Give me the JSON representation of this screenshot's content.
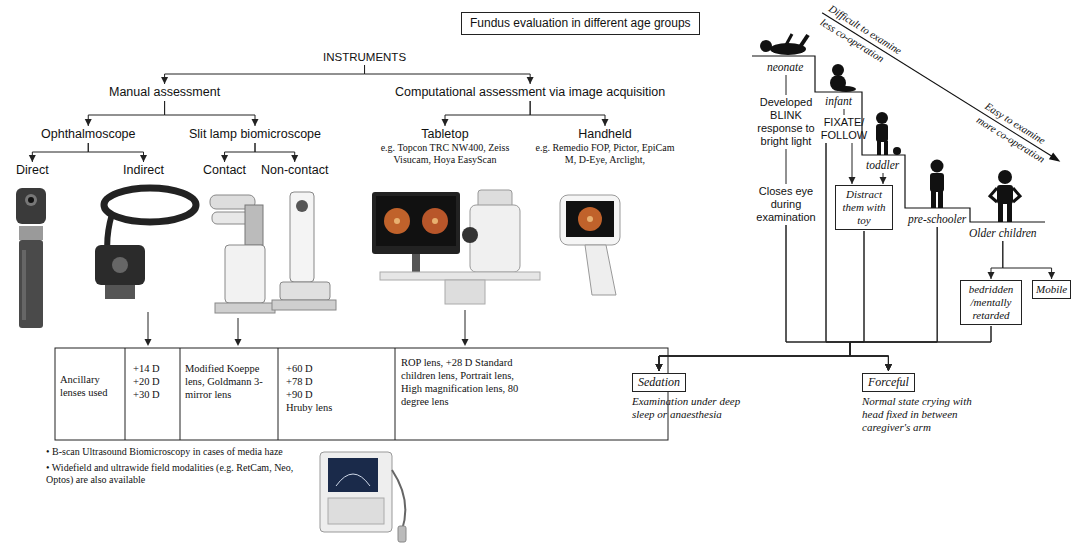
{
  "diagram": {
    "title": "Fundus evaluation in different age groups",
    "nodes": [
      {
        "text": [
          "INSTRUMENTS"
        ]
      },
      {
        "text": [
          "Manual assessment"
        ]
      },
      {
        "text": [
          "Computational assessment via image acquisition"
        ]
      },
      {
        "text": [
          "Ophthalmoscope"
        ]
      },
      {
        "text": [
          "Slit lamp biomicroscope"
        ]
      },
      {
        "text": [
          "Tabletop",
          "e.g. Topcon TRC NW400, Zeiss Visucam, Hoya EasyScan"
        ]
      },
      {
        "text": [
          "Handheld",
          "e.g. Remedio FOP, Pictor, EpiCam M, D-Eye, Arclight,"
        ]
      },
      {
        "text": [
          "Direct"
        ]
      },
      {
        "text": [
          "Indirect"
        ]
      },
      {
        "text": [
          "Contact"
        ]
      },
      {
        "text": [
          "Non-contact"
        ]
      },
      {
        "text": [
          "neonate"
        ]
      },
      {
        "text": [
          "infant"
        ]
      },
      {
        "text": [
          "toddler"
        ]
      },
      {
        "text": [
          "pre-schooler"
        ]
      },
      {
        "text": [
          "Older children"
        ]
      },
      {
        "text": [
          "Developed BLINK response to bright light"
        ]
      },
      {
        "text": [
          "Closes eye during examination"
        ]
      },
      {
        "text": [
          "FIXATE/ FOLLOW"
        ]
      },
      {
        "text": [
          "Distract them with toy"
        ]
      },
      {
        "text": [
          "bedridden /mentally retarded"
        ]
      },
      {
        "text": [
          "Mobile"
        ]
      },
      {
        "text": [
          "Sedation",
          "Examination under deep sleep or anaesthesia"
        ]
      },
      {
        "text": [
          "Forceful",
          "Normal state crying with head fixed in between caregiver's arm"
        ]
      }
    ],
    "edges": [
      {
        "from": 0,
        "to": 1,
        "arrow": "to"
      },
      {
        "from": 0,
        "to": 2,
        "arrow": "to"
      },
      {
        "from": 1,
        "to": 3,
        "arrow": "to"
      },
      {
        "from": 1,
        "to": 4,
        "arrow": "to"
      },
      {
        "from": 2,
        "to": 5,
        "arrow": "to"
      },
      {
        "from": 2,
        "to": 6,
        "arrow": "to"
      },
      {
        "from": 3,
        "to": 7,
        "arrow": "to"
      },
      {
        "from": 3,
        "to": 8,
        "arrow": "to"
      },
      {
        "from": 4,
        "to": 9,
        "arrow": "to"
      },
      {
        "from": 4,
        "to": 10,
        "arrow": "to"
      },
      {
        "from": 11,
        "to": 16,
        "arrow": "none"
      },
      {
        "from": 16,
        "to": 17,
        "arrow": "none"
      },
      {
        "from": 12,
        "to": 18,
        "arrow": "none"
      },
      {
        "from": 18,
        "to": 19,
        "arrow": "to"
      },
      {
        "from": 13,
        "to": 19,
        "arrow": "to"
      },
      {
        "from": 15,
        "to": 20,
        "arrow": "to"
      },
      {
        "from": 15,
        "to": 21,
        "arrow": "to"
      },
      {
        "from": 17,
        "to": 22,
        "arrow": "to"
      },
      {
        "from": 17,
        "to": 23,
        "arrow": "to"
      },
      {
        "from": 18,
        "to": 22,
        "arrow": "to"
      },
      {
        "from": 18,
        "to": 23,
        "arrow": "to"
      },
      {
        "from": 19,
        "to": 22,
        "arrow": "to"
      },
      {
        "from": 19,
        "to": 23,
        "arrow": "to"
      },
      {
        "from": 14,
        "to": 22,
        "arrow": "to"
      },
      {
        "from": 14,
        "to": 23,
        "arrow": "to"
      },
      {
        "from": 20,
        "to": 22,
        "arrow": "to"
      },
      {
        "from": 20,
        "to": 23,
        "arrow": "to"
      }
    ],
    "labels": [
      "Ancillary lenses used",
      "+14 D",
      "+20 D",
      "+30 D",
      "Modified Koeppe lens, Goldmann 3-mirror lens",
      "+60 D",
      "+78 D",
      "+90 D",
      "Hruby lens",
      "ROP lens, +28 D Standard children lens, Portrait lens, High magnification lens, 80 degree lens",
      "• B-scan Ultrasound Biomicroscopy in cases of media haze",
      "• Widefield and ultrawide field modalities (e.g. RetCam, Neo, Optos) are also available",
      "Difficult to examine",
      "less co-operation",
      "Easy to examine",
      "more co-operation"
    ]
  }
}
